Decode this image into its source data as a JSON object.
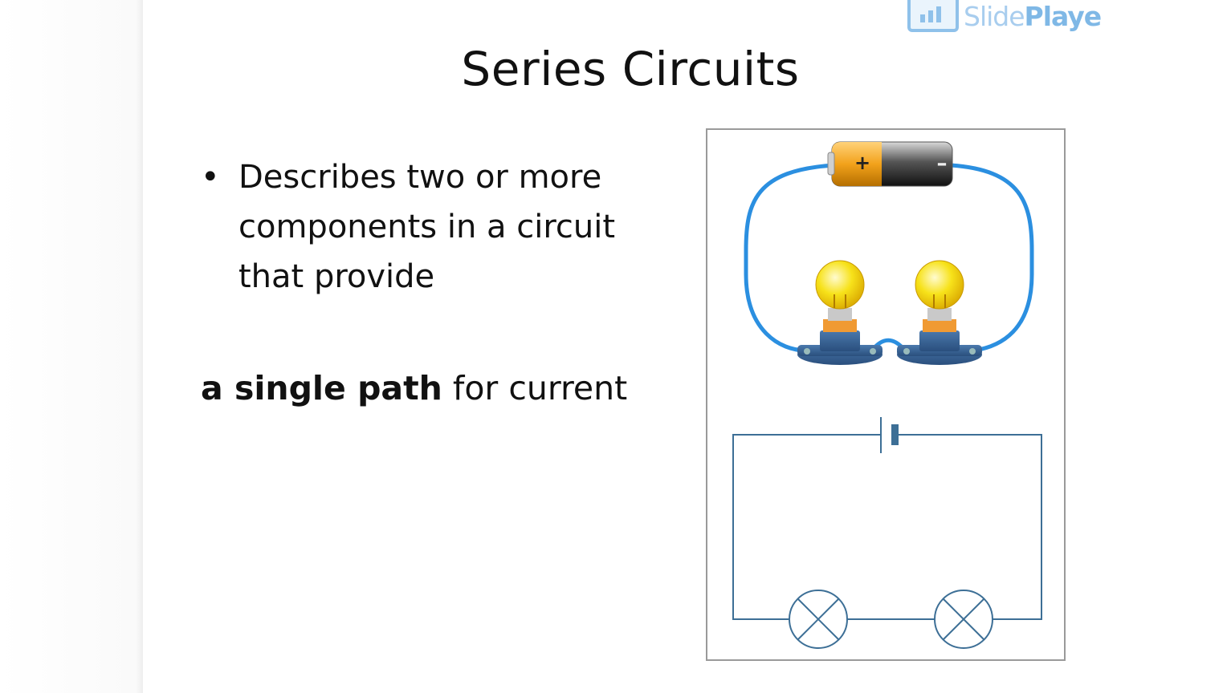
{
  "slide": {
    "title": "Series Circuits",
    "bullet": "Describes two or more components in a circuit that provide",
    "bullet_marker": "•",
    "tail_bold": "a single path",
    "tail_rest": " for current"
  },
  "logo": {
    "slide": "Slide",
    "player": "Playe"
  },
  "figure": {
    "battery_plus": "+",
    "battery_minus": "–",
    "wire_color": "#2b8fe0",
    "schematic_color": "#3d6f96"
  }
}
